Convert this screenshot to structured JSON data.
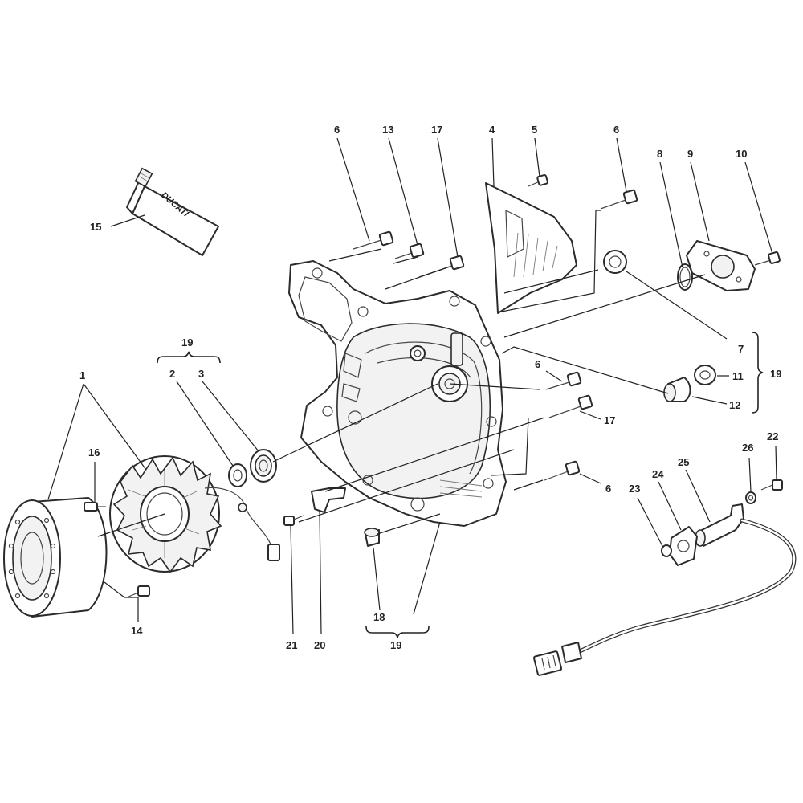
{
  "callouts": {
    "c1": "1",
    "c2": "2",
    "c3": "3",
    "c4": "4",
    "c5": "5",
    "c6a": "6",
    "c6b": "6",
    "c6c": "6",
    "c6d": "6",
    "c7": "7",
    "c8": "8",
    "c9": "9",
    "c10": "10",
    "c11": "11",
    "c12": "12",
    "c13": "13",
    "c14": "14",
    "c15": "15",
    "c16": "16",
    "c17a": "17",
    "c17b": "17",
    "c18": "18",
    "c19a": "19",
    "c19b": "19",
    "c19c": "19",
    "c20": "20",
    "c21": "21",
    "c22": "22",
    "c23": "23",
    "c24": "24",
    "c25": "25",
    "c26": "26"
  },
  "tube_logo": "DUCATI",
  "colors": {
    "line": "#2b2b2b",
    "background": "#ffffff",
    "fill": "#f2f2f2"
  }
}
